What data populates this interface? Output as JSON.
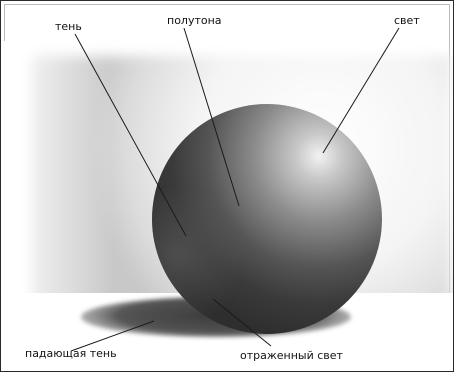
{
  "labels": {
    "shadow": "тень",
    "halftone": "полутона",
    "light": "свет",
    "cast_shadow": "падающая тень",
    "reflected_light": "отраженный свет"
  }
}
